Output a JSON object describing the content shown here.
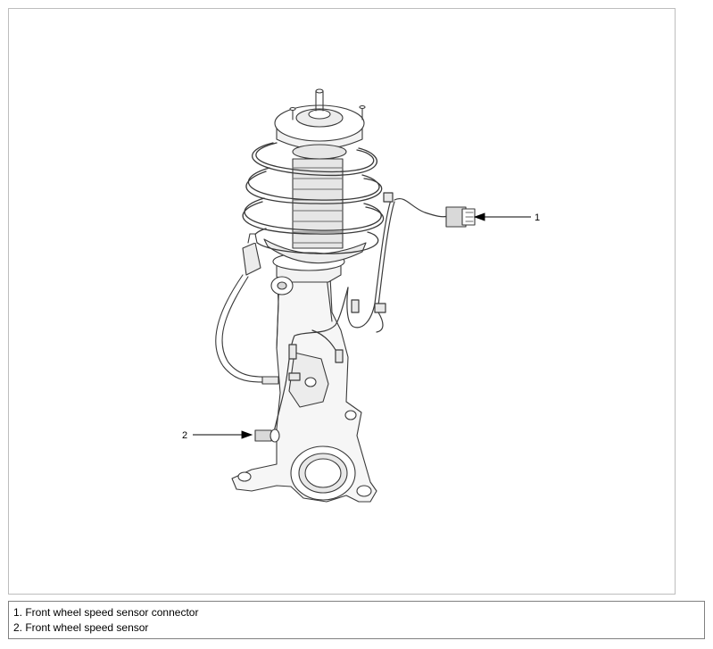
{
  "figure": {
    "callouts": [
      {
        "number": "1"
      },
      {
        "number": "2"
      }
    ],
    "colors": {
      "line": "#3a3a3a",
      "shade": "#e8e8e8",
      "dark": "#6a6a6a",
      "frame": "#bdbdbd"
    }
  },
  "legend": {
    "items": [
      {
        "text": "1. Front wheel speed sensor connector"
      },
      {
        "text": "2. Front wheel speed sensor"
      }
    ]
  }
}
